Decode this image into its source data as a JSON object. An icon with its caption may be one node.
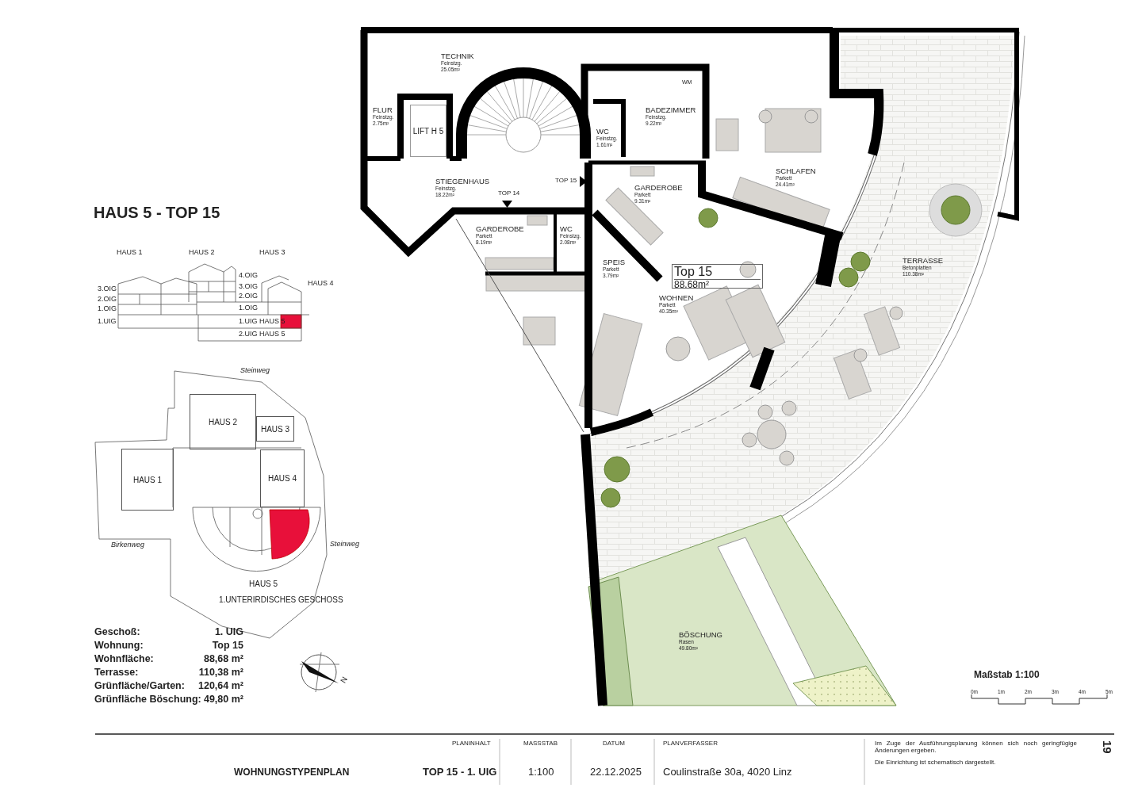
{
  "diagram": {
    "title": "HAUS 5 - TOP 15",
    "nodes": [
      {
        "text": [
          "TECHNIK",
          "Feinstzg.",
          "25.05m²"
        ]
      },
      {
        "text": [
          "FLUR",
          "Feinstzg.",
          "2.75m²"
        ]
      },
      {
        "text": [
          "LIFT H 5"
        ]
      },
      {
        "text": [
          "STIEGENHAUS",
          "Feinstzg.",
          "18.22m²"
        ]
      },
      {
        "text": [
          "WC",
          "Feinstzg.",
          "1.61m²"
        ]
      },
      {
        "text": [
          "BADEZIMMER",
          "Feinstzg.",
          "9.22m²"
        ]
      },
      {
        "text": [
          "GARDEROBE",
          "Parkett",
          "9.31m²"
        ]
      },
      {
        "text": [
          "SCHLAFEN",
          "Parkett",
          "24.41m²"
        ]
      },
      {
        "text": [
          "GARDEROBE",
          "Parkett",
          "8.19m²"
        ]
      },
      {
        "text": [
          "WC",
          "Feinstzg.",
          "2.08m²"
        ]
      },
      {
        "text": [
          "SPEIS",
          "Parkett",
          "3.79m²"
        ]
      },
      {
        "text": [
          "WOHNEN",
          "Parkett",
          "40.35m²"
        ]
      },
      {
        "text": [
          "Top 15",
          "88.68m²"
        ]
      },
      {
        "text": [
          "TERRASSE",
          "Betonplatten",
          "110.38m²"
        ]
      },
      {
        "text": [
          "BÖSCHUNG",
          "Rasen",
          "49.80m²"
        ]
      },
      {
        "text": [
          "HAUS 1"
        ]
      },
      {
        "text": [
          "HAUS 2"
        ]
      },
      {
        "text": [
          "HAUS 3"
        ]
      },
      {
        "text": [
          "HAUS 4"
        ]
      }
    ],
    "labels": [
      "HAUS 1",
      "HAUS 2",
      "HAUS 3",
      "HAUS 4",
      "3.OIG",
      "2.OIG",
      "1.OIG",
      "1.UIG",
      "4.OIG",
      "3.OIG",
      "2.OIG",
      "1.OIG",
      "1.UIG HAUS 5",
      "2.UIG HAUS 5",
      "Steinweg",
      "Birkenweg",
      "Steinweg",
      "HAUS 5",
      "1.UNTERIRDISCHES GESCHOSS",
      "Geschoß:",
      "1. UIG",
      "Wohnung:",
      "Top 15",
      "Wohnfläche:",
      "88,68 m²",
      "Terrasse:",
      "110,38 m²",
      "Grünfläche/Garten:",
      "120,64 m²",
      "Grünfläche Böschung:",
      "49,80 m²",
      "TOP 14",
      "TOP 15",
      "WM",
      "Maßstab 1:100",
      "0m",
      "1m",
      "2m",
      "3m",
      "4m",
      "5m",
      "WOHNUNGSTYPENPLAN",
      "PLANINHALT",
      "TOP 15 - 1. UIG",
      "MASSSTAB",
      "1:100",
      "DATUM",
      "22.12.2025",
      "PLANVERFASSER",
      "Coulinstraße 30a, 4020 Linz",
      "Im Zuge der Ausführungsplanung können sich noch geringfügige Änderungen ergeben.",
      "Die Einrichtung ist schematisch dargestellt.",
      "19",
      "N"
    ]
  }
}
